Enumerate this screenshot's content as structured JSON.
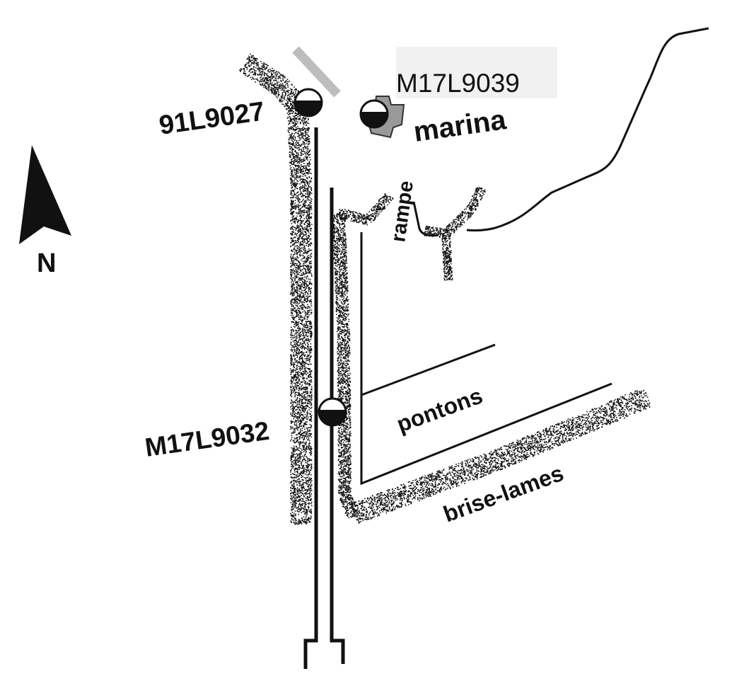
{
  "map": {
    "compass": {
      "icon": "north-arrow-icon",
      "label": "N"
    },
    "labels": {
      "station_91L9027": "91L9027",
      "station_M17L9039": "M17L9039",
      "station_M17L9032": "M17L9032",
      "marina": "marina",
      "rampe": "rampe",
      "pontons": "pontons",
      "brise_lames": "brise-lames"
    },
    "icons": {
      "station_symbol": "half-filled-circle-icon",
      "marina_building": "building-icon"
    },
    "colors": {
      "ink": "#111111",
      "marina_building": "#999999",
      "highlight_bar": "#bdbdbd",
      "label_box": "#f1f1f1"
    }
  }
}
